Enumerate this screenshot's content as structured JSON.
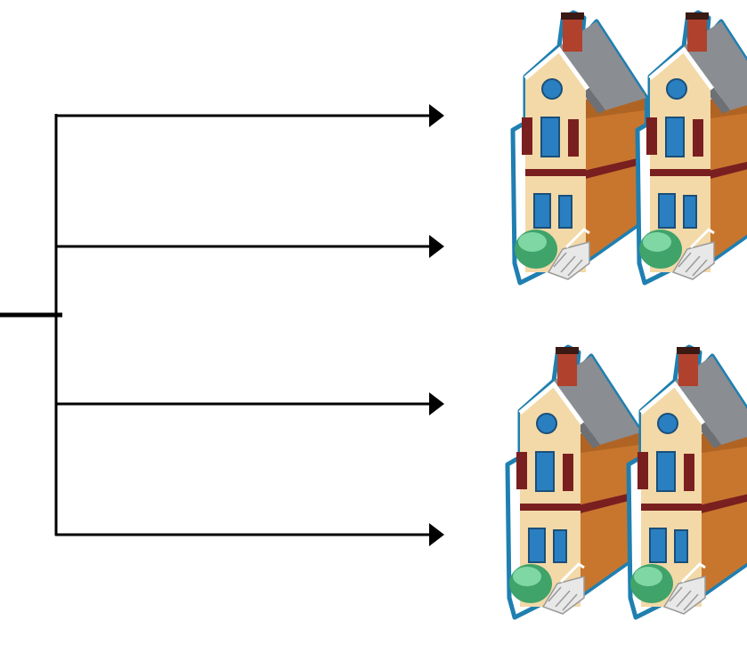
{
  "diagram": {
    "type": "branching-arrows",
    "branch_count": 4,
    "branches": [
      {
        "id": "branch-1"
      },
      {
        "id": "branch-2"
      },
      {
        "id": "branch-3"
      },
      {
        "id": "branch-4"
      }
    ],
    "icon_groups": [
      {
        "icon": "house-icon",
        "count": 2
      },
      {
        "icon": "house-icon",
        "count": 2
      }
    ]
  },
  "colors": {
    "line": "#000000",
    "outline": "#1f7fb0",
    "roof": "#8a8d92",
    "roof_dark": "#6d7075",
    "wall_front": "#f3d9a8",
    "wall_side": "#c8762e",
    "trim": "#7a1f1f",
    "window": "#2a7fc0",
    "chimney": "#b0412c",
    "bush": "#3fa36a",
    "bush_light": "#7fd7a3",
    "steps": "#e8e8e8"
  }
}
